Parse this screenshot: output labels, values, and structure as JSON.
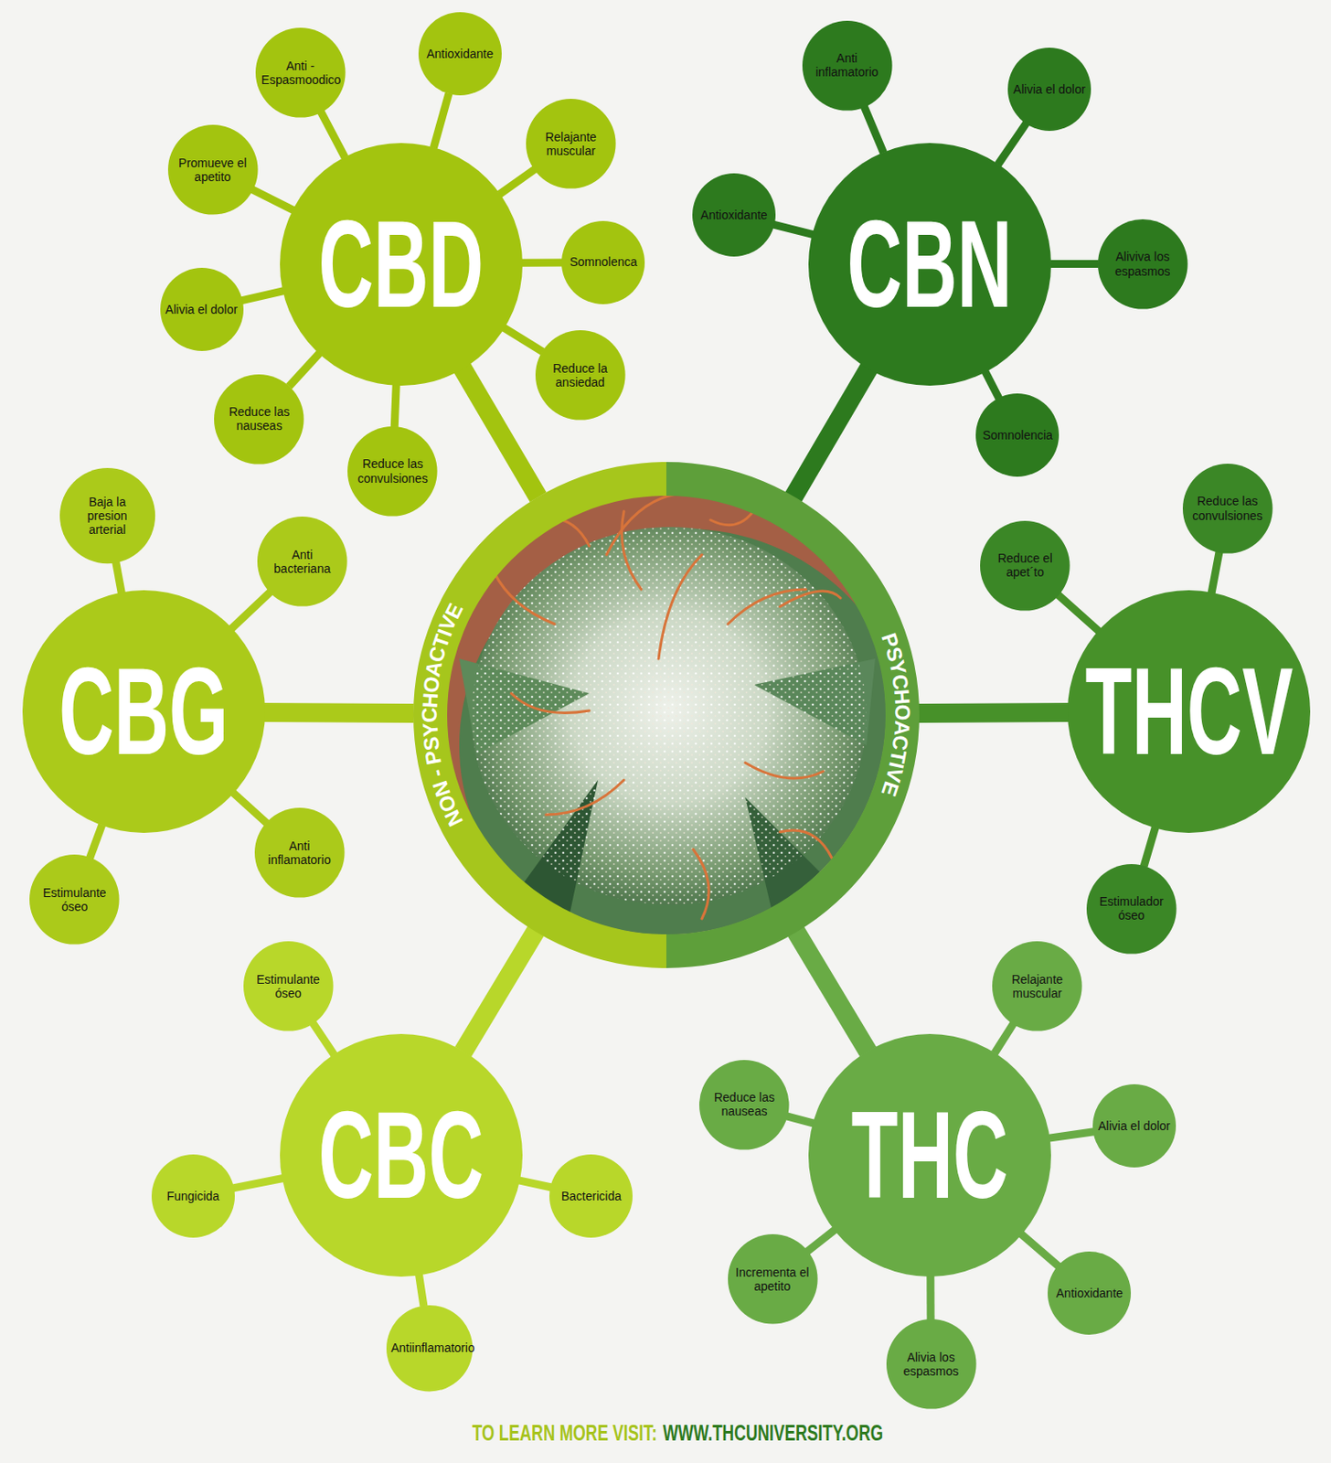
{
  "diagram": {
    "nodes": [
      {
        "text": [
          "NON - PSYCHOACTIVE",
          "PSYCHOACTIVE"
        ]
      },
      {
        "text": [
          "CBD"
        ]
      },
      {
        "text": [
          "Anti - Espasmoodico"
        ]
      },
      {
        "text": [
          "Antioxidante"
        ]
      },
      {
        "text": [
          "Relajante muscular"
        ]
      },
      {
        "text": [
          "Somnolenca"
        ]
      },
      {
        "text": [
          "Reduce la ansiedad"
        ]
      },
      {
        "text": [
          "Reduce las convulsiones"
        ]
      },
      {
        "text": [
          "Reduce las nauseas"
        ]
      },
      {
        "text": [
          "Alivia el dolor"
        ]
      },
      {
        "text": [
          "Promueve el apetito"
        ]
      },
      {
        "text": [
          "CBN"
        ]
      },
      {
        "text": [
          "Anti inflamatorio"
        ]
      },
      {
        "text": [
          "Alivia el dolor"
        ]
      },
      {
        "text": [
          "Aliviva los espasmos"
        ]
      },
      {
        "text": [
          "Somnolencia"
        ]
      },
      {
        "text": [
          "Antioxidante"
        ]
      },
      {
        "text": [
          "CBG"
        ]
      },
      {
        "text": [
          "Baja la presion arterial"
        ]
      },
      {
        "text": [
          "Anti bacteriana"
        ]
      },
      {
        "text": [
          "Anti inflamatorio"
        ]
      },
      {
        "text": [
          "Estimulante óseo"
        ]
      },
      {
        "text": [
          "THCV"
        ]
      },
      {
        "text": [
          "Reduce el apet´to"
        ]
      },
      {
        "text": [
          "Reduce las convulsiones"
        ]
      },
      {
        "text": [
          "Estimulador óseo"
        ]
      },
      {
        "text": [
          "CBC"
        ]
      },
      {
        "text": [
          "Estimulante óseo"
        ]
      },
      {
        "text": [
          "Bactericida"
        ]
      },
      {
        "text": [
          "Antiinflamatorio"
        ]
      },
      {
        "text": [
          "Fungicida"
        ]
      },
      {
        "text": [
          "THC"
        ]
      },
      {
        "text": [
          "Relajante muscular"
        ]
      },
      {
        "text": [
          "Alivia el dolor"
        ]
      },
      {
        "text": [
          "Antioxidante"
        ]
      },
      {
        "text": [
          "Alivia los espasmos"
        ]
      },
      {
        "text": [
          "Incrementa el apetito"
        ]
      },
      {
        "text": [
          "Reduce las nauseas"
        ]
      }
    ],
    "edges": [
      {
        "from": 0,
        "to": 1,
        "arrow": "none"
      },
      {
        "from": 0,
        "to": 11,
        "arrow": "none"
      },
      {
        "from": 0,
        "to": 17,
        "arrow": "none"
      },
      {
        "from": 0,
        "to": 22,
        "arrow": "none"
      },
      {
        "from": 0,
        "to": 26,
        "arrow": "none"
      },
      {
        "from": 0,
        "to": 31,
        "arrow": "none"
      },
      {
        "from": 1,
        "to": 2,
        "arrow": "none"
      },
      {
        "from": 1,
        "to": 3,
        "arrow": "none"
      },
      {
        "from": 1,
        "to": 4,
        "arrow": "none"
      },
      {
        "from": 1,
        "to": 5,
        "arrow": "none"
      },
      {
        "from": 1,
        "to": 6,
        "arrow": "none"
      },
      {
        "from": 1,
        "to": 7,
        "arrow": "none"
      },
      {
        "from": 1,
        "to": 8,
        "arrow": "none"
      },
      {
        "from": 1,
        "to": 9,
        "arrow": "none"
      },
      {
        "from": 1,
        "to": 10,
        "arrow": "none"
      },
      {
        "from": 11,
        "to": 12,
        "arrow": "none"
      },
      {
        "from": 11,
        "to": 13,
        "arrow": "none"
      },
      {
        "from": 11,
        "to": 14,
        "arrow": "none"
      },
      {
        "from": 11,
        "to": 15,
        "arrow": "none"
      },
      {
        "from": 11,
        "to": 16,
        "arrow": "none"
      },
      {
        "from": 17,
        "to": 18,
        "arrow": "none"
      },
      {
        "from": 17,
        "to": 19,
        "arrow": "none"
      },
      {
        "from": 17,
        "to": 20,
        "arrow": "none"
      },
      {
        "from": 17,
        "to": 21,
        "arrow": "none"
      },
      {
        "from": 22,
        "to": 23,
        "arrow": "none"
      },
      {
        "from": 22,
        "to": 24,
        "arrow": "none"
      },
      {
        "from": 22,
        "to": 25,
        "arrow": "none"
      },
      {
        "from": 26,
        "to": 27,
        "arrow": "none"
      },
      {
        "from": 26,
        "to": 28,
        "arrow": "none"
      },
      {
        "from": 26,
        "to": 29,
        "arrow": "none"
      },
      {
        "from": 26,
        "to": 30,
        "arrow": "none"
      },
      {
        "from": 31,
        "to": 32,
        "arrow": "none"
      },
      {
        "from": 31,
        "to": 33,
        "arrow": "none"
      },
      {
        "from": 31,
        "to": 34,
        "arrow": "none"
      },
      {
        "from": 31,
        "to": 35,
        "arrow": "none"
      },
      {
        "from": 31,
        "to": 36,
        "arrow": "none"
      },
      {
        "from": 31,
        "to": 37,
        "arrow": "none"
      }
    ],
    "labels": [
      "TO LEARN MORE VISIT:",
      "WWW.THCUNIVERSITY.ORG"
    ]
  }
}
